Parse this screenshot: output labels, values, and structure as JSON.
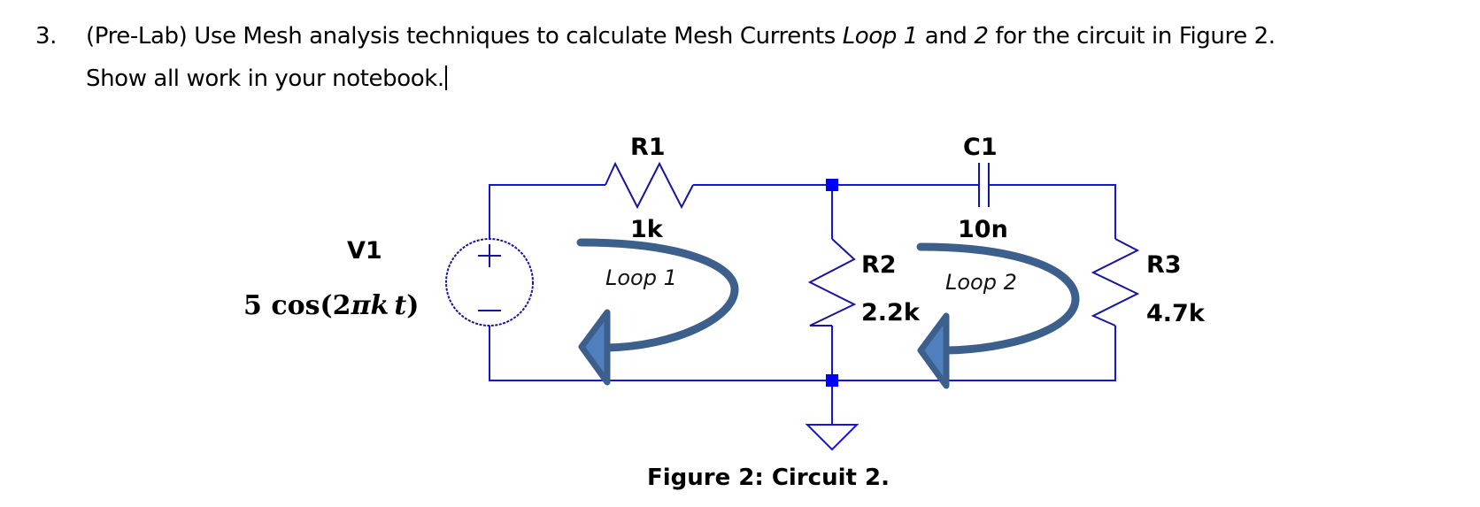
{
  "question": {
    "number": "3.",
    "line1_part1": "(Pre-Lab) Use Mesh analysis techniques to calculate Mesh Currents ",
    "line1_italic1": "Loop 1",
    "line1_part2": " and ",
    "line1_italic2": "2",
    "line1_part3": " for the circuit in Figure 2.",
    "line2": "Show all work in your notebook."
  },
  "circuit": {
    "source": {
      "name": "V1",
      "value": "5 cos(2πk t)",
      "value_prefix": "5 cos(2",
      "value_pi": "π",
      "value_k": "k",
      "value_t": "t",
      "value_close": ")",
      "plus": "+",
      "minus": "−"
    },
    "r1": {
      "name": "R1",
      "value": "1k"
    },
    "r2": {
      "name": "R2",
      "value": "2.2k"
    },
    "r3": {
      "name": "R3",
      "value": "4.7k"
    },
    "c1": {
      "name": "C1",
      "value": "10n"
    },
    "loops": [
      {
        "label": "Loop 1"
      },
      {
        "label": "Loop 2"
      }
    ],
    "colors": {
      "wire": "#1515e0",
      "component": "#16169c",
      "node": "#0000ff",
      "loop_arrow_stroke": "#3d5f8c",
      "loop_arrow_fill": "#4f7fbd"
    }
  },
  "figure_caption": "Figure 2: Circuit 2."
}
